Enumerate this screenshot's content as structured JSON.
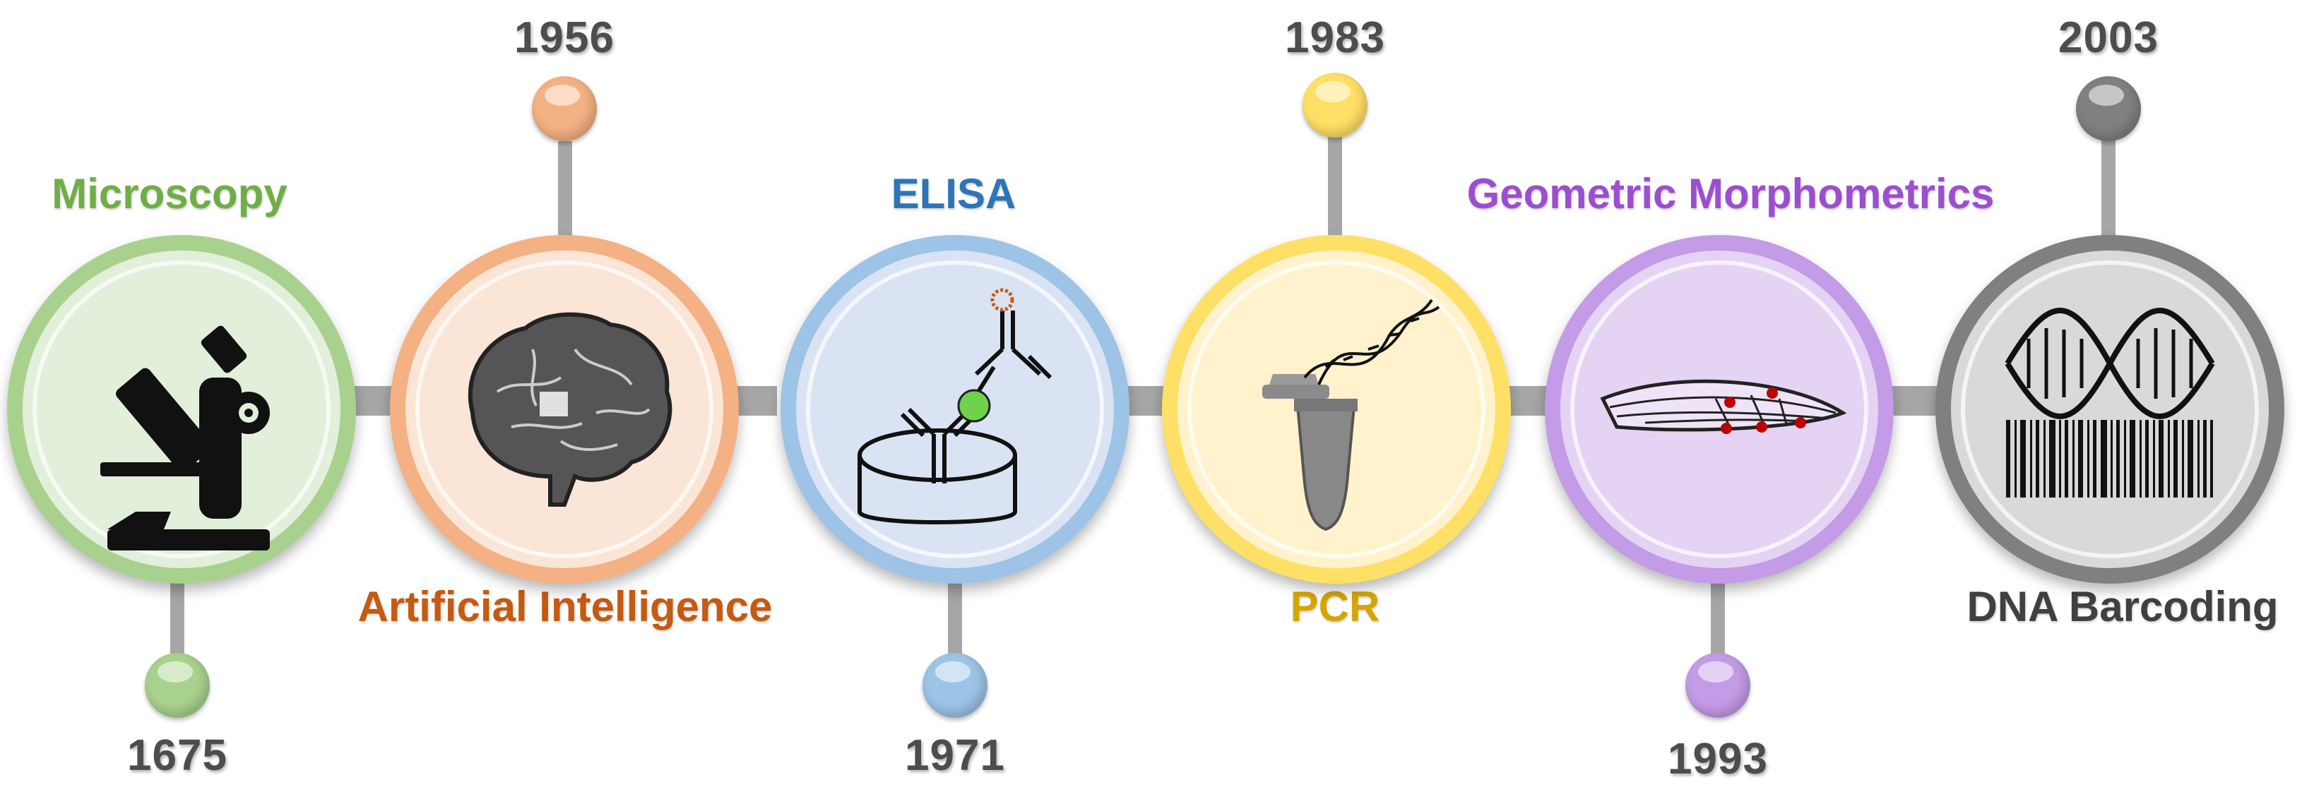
{
  "milestones": [
    {
      "technique": "Microscopy",
      "year": "1675",
      "icon": "microscope-icon",
      "color": "#70ad47",
      "fill": "#e2efda",
      "ring": "#a9d18e"
    },
    {
      "technique": "Artificial Intelligence",
      "year": "1956",
      "icon": "brain-icon",
      "color": "#c55a11",
      "fill": "#fbe5d6",
      "ring": "#f4b183"
    },
    {
      "technique": "ELISA",
      "year": "1971",
      "icon": "antibody-well-icon",
      "color": "#2e75b6",
      "fill": "#dae3f3",
      "ring": "#9dc3e6"
    },
    {
      "technique": "PCR",
      "year": "1983",
      "icon": "pcr-tube-dna-icon",
      "color": "#d6a500",
      "fill": "#fff2cc",
      "ring": "#ffe066"
    },
    {
      "technique": "Geometric Morphometrics",
      "year": "1993",
      "icon": "insect-wing-landmarks-icon",
      "color": "#9b4fcf",
      "fill": "#e4d3f2",
      "ring": "#c39be6"
    },
    {
      "technique": "DNA Barcoding",
      "year": "2003",
      "icon": "dna-barcode-icon",
      "color": "#404040",
      "fill": "#d9d9d9",
      "ring": "#808080"
    }
  ]
}
